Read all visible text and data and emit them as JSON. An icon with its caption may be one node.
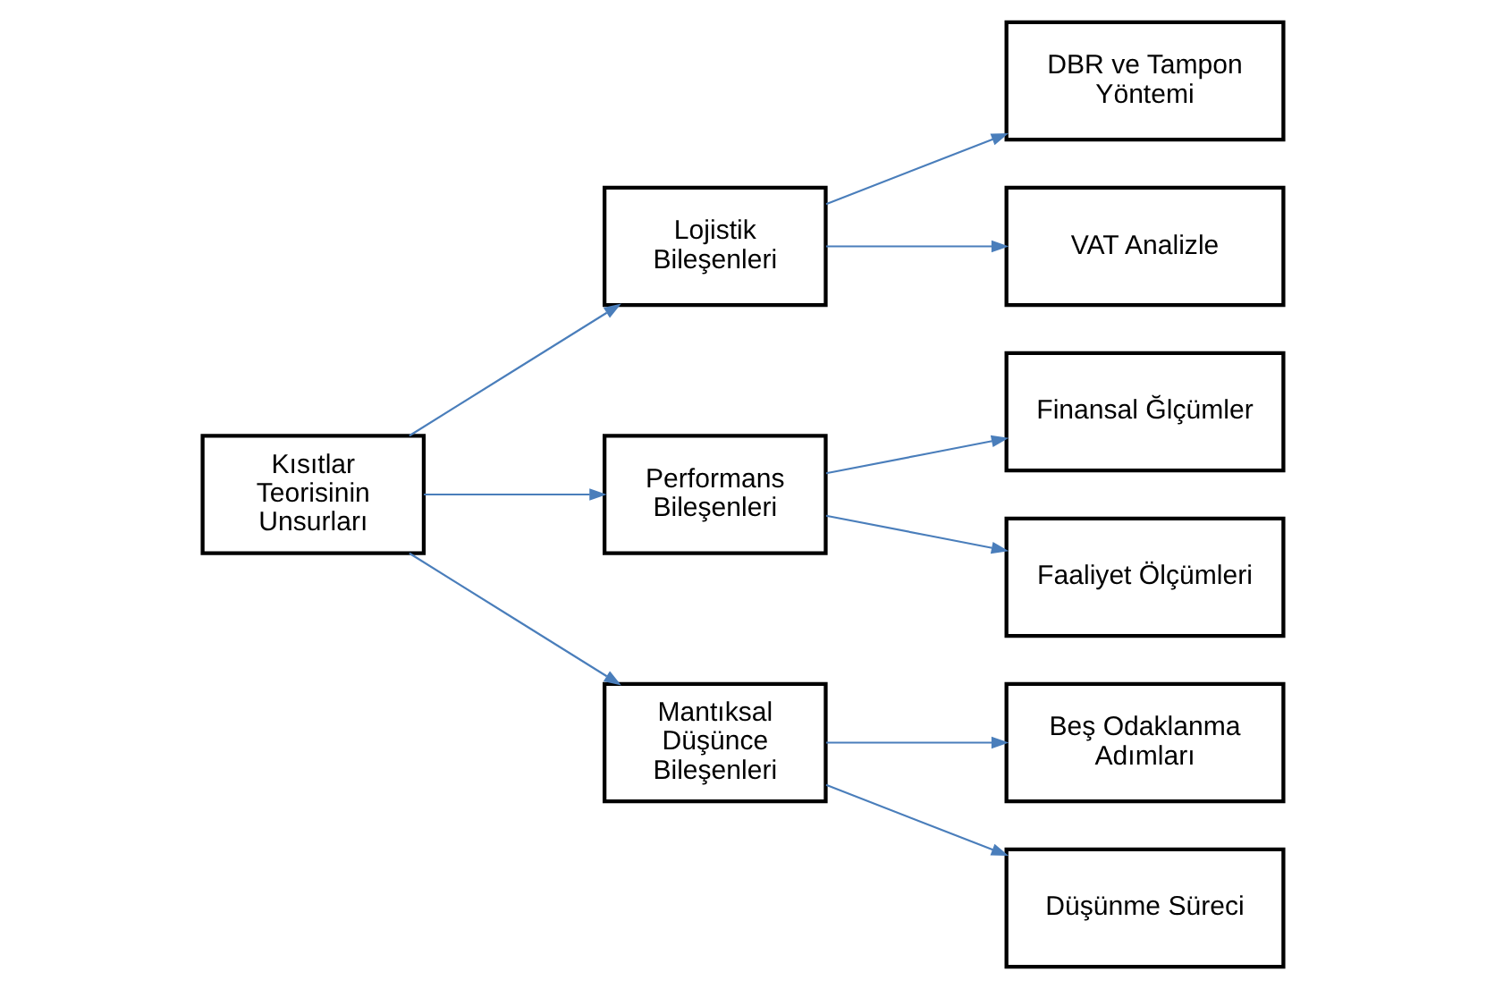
{
  "diagram": {
    "nodes": [
      {
        "text": [
          "Kısıtlar Teorisinin Unsurları"
        ]
      },
      {
        "text": [
          "Lojistik Bileşenleri"
        ]
      },
      {
        "text": [
          "Performans Bileşenleri"
        ]
      },
      {
        "text": [
          "Mantıksal Düşünce Bileşenleri"
        ]
      },
      {
        "text": [
          "DBR ve Tampon Yöntemi"
        ]
      },
      {
        "text": [
          "VAT Analizle"
        ]
      },
      {
        "text": [
          "Finansal Ğlçümler"
        ]
      },
      {
        "text": [
          "Faaliyet Ölçümleri"
        ]
      },
      {
        "text": [
          "Beş Odaklanma Adımları"
        ]
      },
      {
        "text": [
          "Düşünme Süreci"
        ]
      }
    ],
    "edges": [
      {
        "from": 0,
        "to": 1,
        "arrow": "to"
      },
      {
        "from": 0,
        "to": 2,
        "arrow": "to"
      },
      {
        "from": 0,
        "to": 3,
        "arrow": "to"
      },
      {
        "from": 1,
        "to": 4,
        "arrow": "to"
      },
      {
        "from": 1,
        "to": 5,
        "arrow": "to"
      },
      {
        "from": 2,
        "to": 6,
        "arrow": "to"
      },
      {
        "from": 2,
        "to": 7,
        "arrow": "to"
      },
      {
        "from": 3,
        "to": 8,
        "arrow": "to"
      },
      {
        "from": 3,
        "to": 9,
        "arrow": "to"
      }
    ]
  }
}
